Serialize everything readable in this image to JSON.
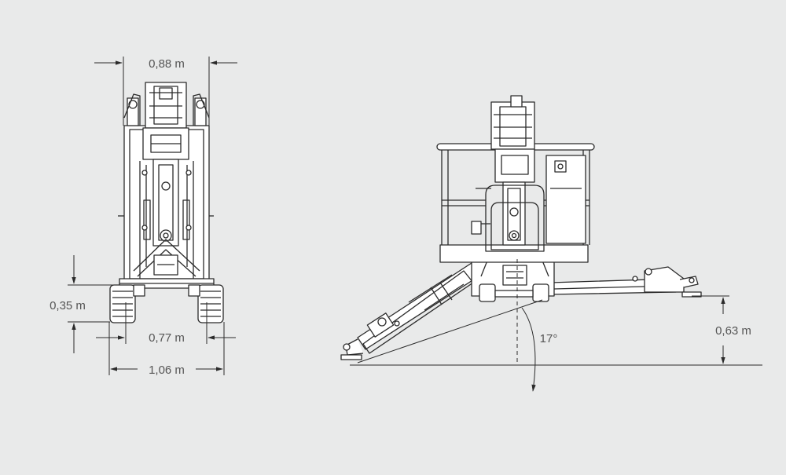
{
  "front_view": {
    "overall_width_label": "0,88 m",
    "ground_clearance_label": "0,35 m",
    "wheel_track_label": "0,77 m",
    "base_width_label": "1,06 m"
  },
  "side_view": {
    "outrigger_height_label": "0,63 m",
    "tilt_angle_label": "17°"
  },
  "colors": {
    "background": "#e9eaea",
    "line": "#2b2b2b",
    "fill": "#ffffff",
    "text": "#555555"
  }
}
